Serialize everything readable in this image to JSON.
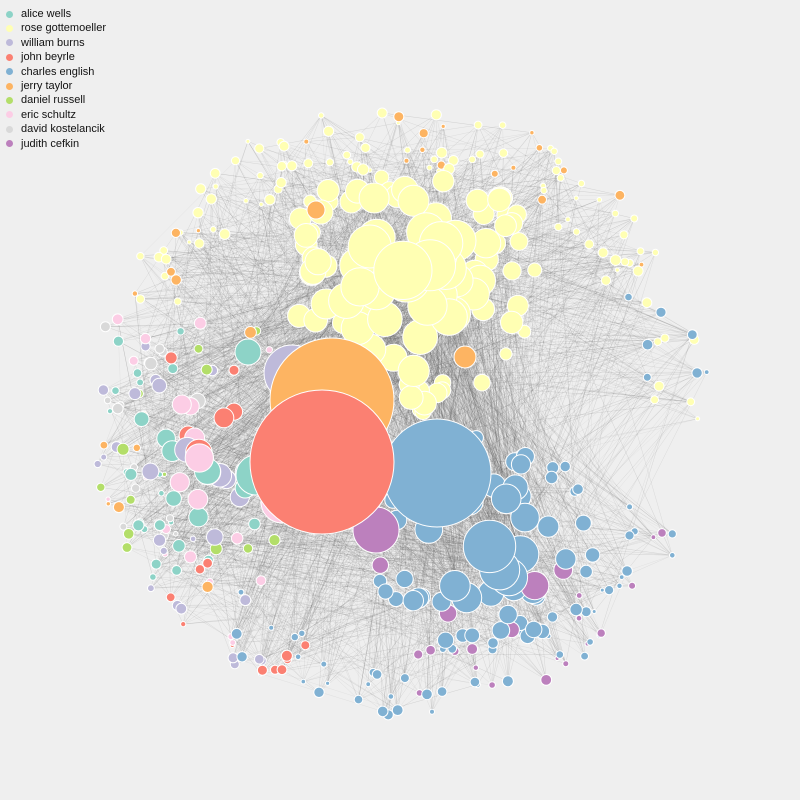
{
  "legend": {
    "items": [
      {
        "label": "alice wells",
        "color": "#8dd3c7"
      },
      {
        "label": "rose gottemoeller",
        "color": "#ffffb3"
      },
      {
        "label": "william burns",
        "color": "#bebada"
      },
      {
        "label": "john beyrle",
        "color": "#fb8072"
      },
      {
        "label": "charles english",
        "color": "#80b1d3"
      },
      {
        "label": "jerry taylor",
        "color": "#fdb462"
      },
      {
        "label": "daniel russell",
        "color": "#b3de69"
      },
      {
        "label": "eric schultz",
        "color": "#fccde5"
      },
      {
        "label": "david kostelancik",
        "color": "#d9d9d9"
      },
      {
        "label": "judith cefkin",
        "color": "#bc80bd"
      }
    ]
  }
}
